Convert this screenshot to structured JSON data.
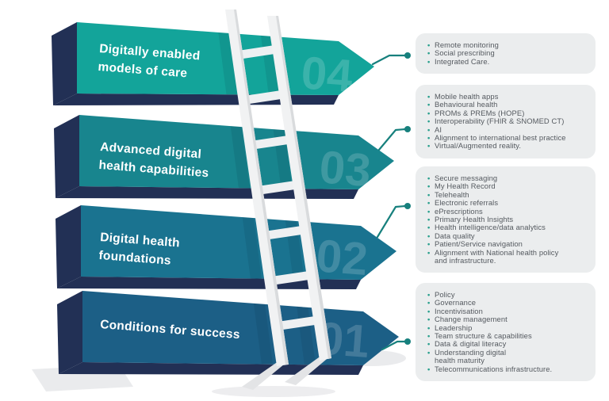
{
  "arrows": [
    {
      "number": "04",
      "lines": [
        "Digitally enabled",
        "models of care"
      ],
      "face_color": "#13a49a"
    },
    {
      "number": "03",
      "lines": [
        "Advanced digital",
        "health capabilities"
      ],
      "face_color": "#18858e"
    },
    {
      "number": "02",
      "lines": [
        "Digital health",
        "foundations"
      ],
      "face_color": "#1a7390"
    },
    {
      "number": "01",
      "lines": [
        "Conditions for success"
      ],
      "face_color": "#1c5f86"
    }
  ],
  "boxes": [
    {
      "items": [
        "Remote monitoring",
        "Social prescribing",
        "Integrated Care."
      ]
    },
    {
      "items": [
        "Mobile health apps",
        "Behavioural health",
        "PROMs & PREMs (HOPE)",
        "Interoperability (FHIR & SNOMED CT)",
        "AI",
        "Alignment to international best practice",
        "Virtual/Augmented reality."
      ]
    },
    {
      "items": [
        "Secure messaging",
        "My Health Record",
        "Telehealth",
        "Electronic referrals",
        "ePrescriptions",
        "Primary Health Insights",
        "Health intelligence/data analytics",
        "Data quality",
        "Patient/Service navigation",
        "Alignment with National health policy\nand infrastructure."
      ]
    },
    {
      "items": [
        "Policy",
        "Governance",
        "Incentivisation",
        "Change management",
        "Leadership",
        "Team structure & capabilities",
        "Data & digital literacy",
        "Understanding digital\nhealth maturity",
        "Telecommunications infrastructure."
      ]
    }
  ],
  "colors": {
    "arrow_04": "#13a49a",
    "arrow_03": "#18858e",
    "arrow_02": "#1a7390",
    "arrow_01": "#1c5f86",
    "side_navy": "#223055",
    "connector": "#17807d",
    "bullet": "#2aa08e",
    "box_bg": "#ebedee",
    "box_text": "#54595f",
    "ladder": "#f1f2f3"
  }
}
